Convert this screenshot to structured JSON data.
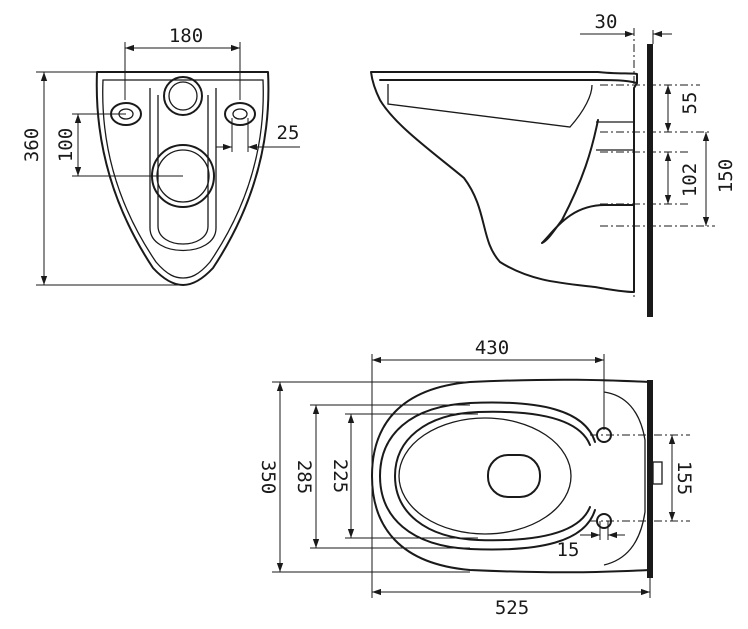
{
  "dimensions": {
    "mount_width": "180",
    "total_height": "360",
    "inlet_offset": "100",
    "bolt_diameter": "25",
    "wall_gap": "30",
    "top_to_bolt": "55",
    "bolt_spacing_vertical": "102",
    "outlet_height": "150",
    "seat_length": "430",
    "total_width": "350",
    "inner_width": "285",
    "opening_width": "225",
    "bolt_offset": "15",
    "total_length": "525",
    "bolt_spacing": "155"
  }
}
